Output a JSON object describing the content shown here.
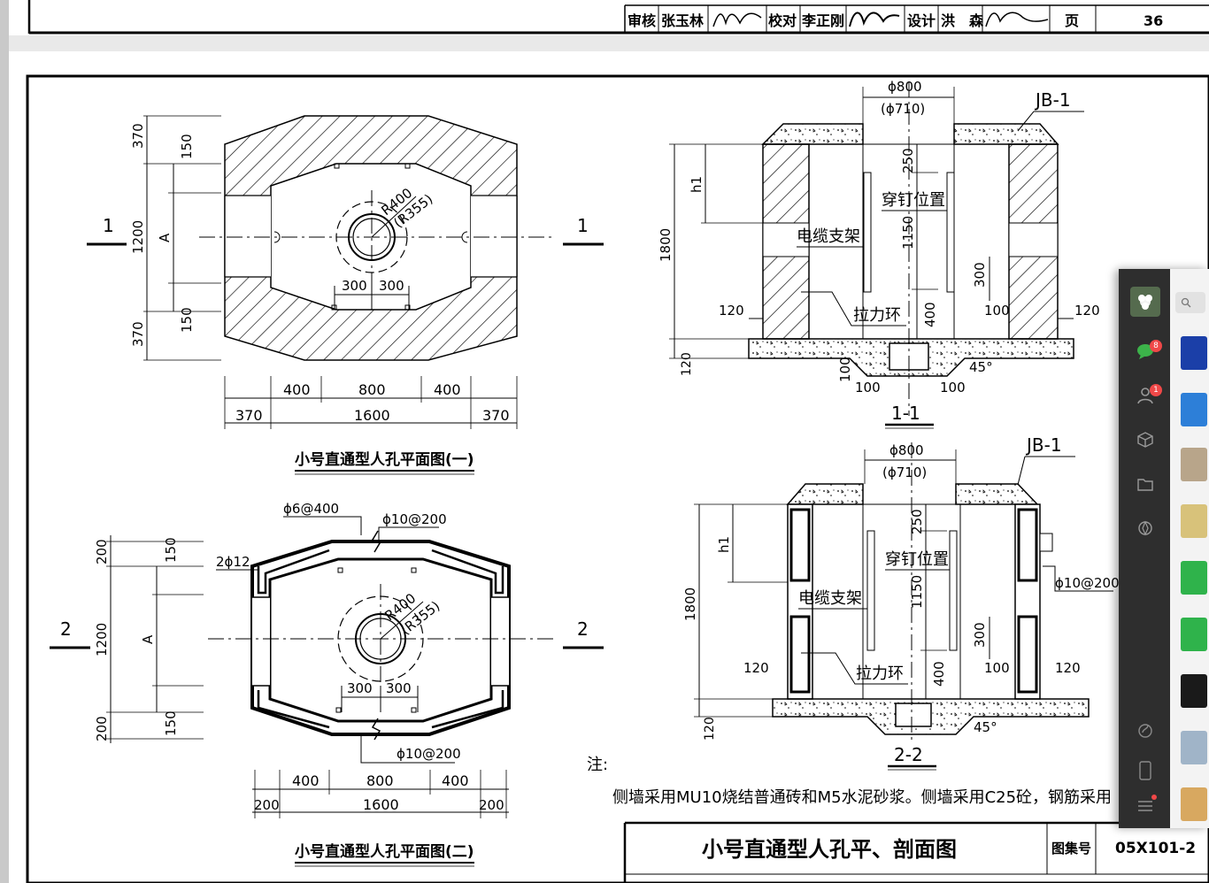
{
  "title_block_top": {
    "review_label": "审核",
    "review_name": "张玉林",
    "check_label": "校对",
    "check_name": "李正刚",
    "design_label": "设计",
    "design_name": "洪　森",
    "page_label": "页",
    "page_number": "36"
  },
  "plan1": {
    "caption": "小号直通型人孔平面图(一)",
    "section_mark": "1",
    "dim_top": "370",
    "dim_150a": "150",
    "dim_1200": "1200",
    "dim_A": "A",
    "dim_150b": "150",
    "dim_bottom": "370",
    "dim_400a": "400",
    "dim_800": "800",
    "dim_400b": "400",
    "dim_370a": "370",
    "dim_1600": "1600",
    "dim_370b": "370",
    "radius": "R400",
    "radius_inner": "(R355)",
    "d300a": "300",
    "d300b": "300"
  },
  "plan2": {
    "caption": "小号直通型人孔平面图(二)",
    "section_mark": "2",
    "rebar_top": "ϕ6@400",
    "rebar_top2": "ϕ10@200",
    "rebar_side": "2ϕ12",
    "rebar_bottom": "ϕ10@200",
    "dim_200a": "200",
    "dim_150a": "150",
    "dim_1200": "1200",
    "dim_A": "A",
    "dim_150b": "150",
    "dim_200b": "200",
    "dim_400a": "400",
    "dim_800": "800",
    "dim_400b": "400",
    "dim_200c": "200",
    "dim_1600": "1600",
    "dim_200d": "200",
    "radius": "R400",
    "radius_inner": "(R355)",
    "d300a": "300",
    "d300b": "300"
  },
  "section1": {
    "label": "1-1",
    "cover": "JB-1",
    "opening": "ϕ800",
    "opening_inner": "(ϕ710)",
    "h1": "h1",
    "height": "1800",
    "dim_250": "250",
    "dim_1150": "1150",
    "dim_400": "400",
    "dim_300": "300",
    "dim_120a": "120",
    "dim_120b": "120",
    "dim_100a": "100",
    "dim_100b": "100",
    "dim_100c": "100",
    "dim_100d": "100",
    "dim_base": "120",
    "angle": "45°",
    "nail": "穿钉位置",
    "bracket": "电缆支架",
    "ring": "拉力环"
  },
  "section2": {
    "label": "2-2",
    "cover": "JB-1",
    "opening": "ϕ800",
    "opening_inner": "(ϕ710)",
    "h1": "h1",
    "height": "1800",
    "dim_250": "250",
    "dim_1150": "1150",
    "dim_400": "400",
    "dim_300": "300",
    "dim_120a": "120",
    "dim_120b": "120",
    "dim_100": "100",
    "dim_base": "120",
    "angle": "45°",
    "rebar": "ϕ10@200",
    "nail": "穿钉位置",
    "bracket": "电缆支架",
    "ring": "拉力环"
  },
  "notes": {
    "label": "注:",
    "text": "侧墙采用MU10烧结普通砖和M5水泥砂浆。侧墙采用C25砼，钢筋采用"
  },
  "title_block_bottom": {
    "title": "小号直通型人孔平、剖面图",
    "atlas_label": "图集号",
    "atlas_number": "05X101-2"
  },
  "sidebar": {
    "badge_chat": "8",
    "badge_contacts": "1",
    "search_icon": "search-icon"
  }
}
